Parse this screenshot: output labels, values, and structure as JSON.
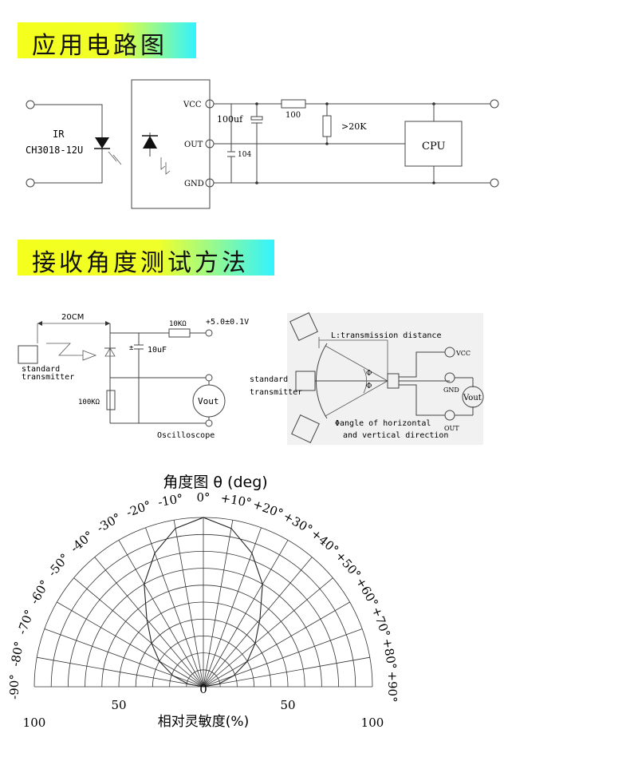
{
  "sections": {
    "application_title": "应用电路图",
    "test_title": "接收角度测试方法"
  },
  "circuit1": {
    "ir_label": "IR",
    "part_label": "CH3018-12U",
    "vcc": "VCC",
    "out": "OUT",
    "gnd": "GND",
    "cap_100uf": "100uf",
    "cap_104": "104",
    "res_100": "100",
    "res_20k": ">20K",
    "cpu": "CPU"
  },
  "circuit2": {
    "distance": "20CM",
    "std_transmitter_1": "standard",
    "std_transmitter_2": "transmitter",
    "res_10k": "10KΩ",
    "supply": "+5.0±0.1V",
    "cap": "10uF",
    "res_100k": "100KΩ",
    "vout": "Vout",
    "oscilloscope": "Oscilloscope"
  },
  "circuit3": {
    "transmission": "L:transmission distance",
    "vcc": "VCC",
    "gnd": "GND",
    "out": "OUT",
    "vout": "Vout",
    "std_1": "standard",
    "std_2": "transmitter",
    "phi": "Φ",
    "angle_1": "Φangle of horizontal",
    "angle_2": "and vertical direction"
  },
  "polar": {
    "title": "角度图 θ (deg)",
    "xlabel": "相对灵敏度(%)",
    "radial_labels": [
      "100",
      "50",
      "0",
      "50",
      "100"
    ],
    "angle_labels": [
      "-90°",
      "-80°",
      "-70°",
      "-60°",
      "-50°",
      "-40°",
      "-30°",
      "-20°",
      "-10°",
      "0°",
      "+10°",
      "+20°",
      "+30°",
      "+40°",
      "+50°",
      "+60°",
      "+70°",
      "+80°",
      "+90°"
    ]
  },
  "chart_data": {
    "type": "polar",
    "title": "角度图 θ (deg)",
    "xlabel": "相对灵敏度(%)",
    "theta_range_deg": [
      -90,
      90
    ],
    "radial_range_pct": [
      0,
      100
    ],
    "grid": true,
    "series": [
      {
        "theta": [
          -90,
          -80,
          -70,
          -60,
          -50,
          -45,
          -40,
          -30,
          -20,
          -10,
          0,
          10,
          20,
          30,
          40,
          45,
          50,
          60,
          70,
          80,
          90
        ],
        "values": [
          0,
          9,
          19,
          30,
          40,
          45,
          52,
          70,
          84,
          95,
          100,
          95,
          84,
          70,
          52,
          45,
          40,
          30,
          19,
          9,
          0
        ]
      }
    ]
  }
}
